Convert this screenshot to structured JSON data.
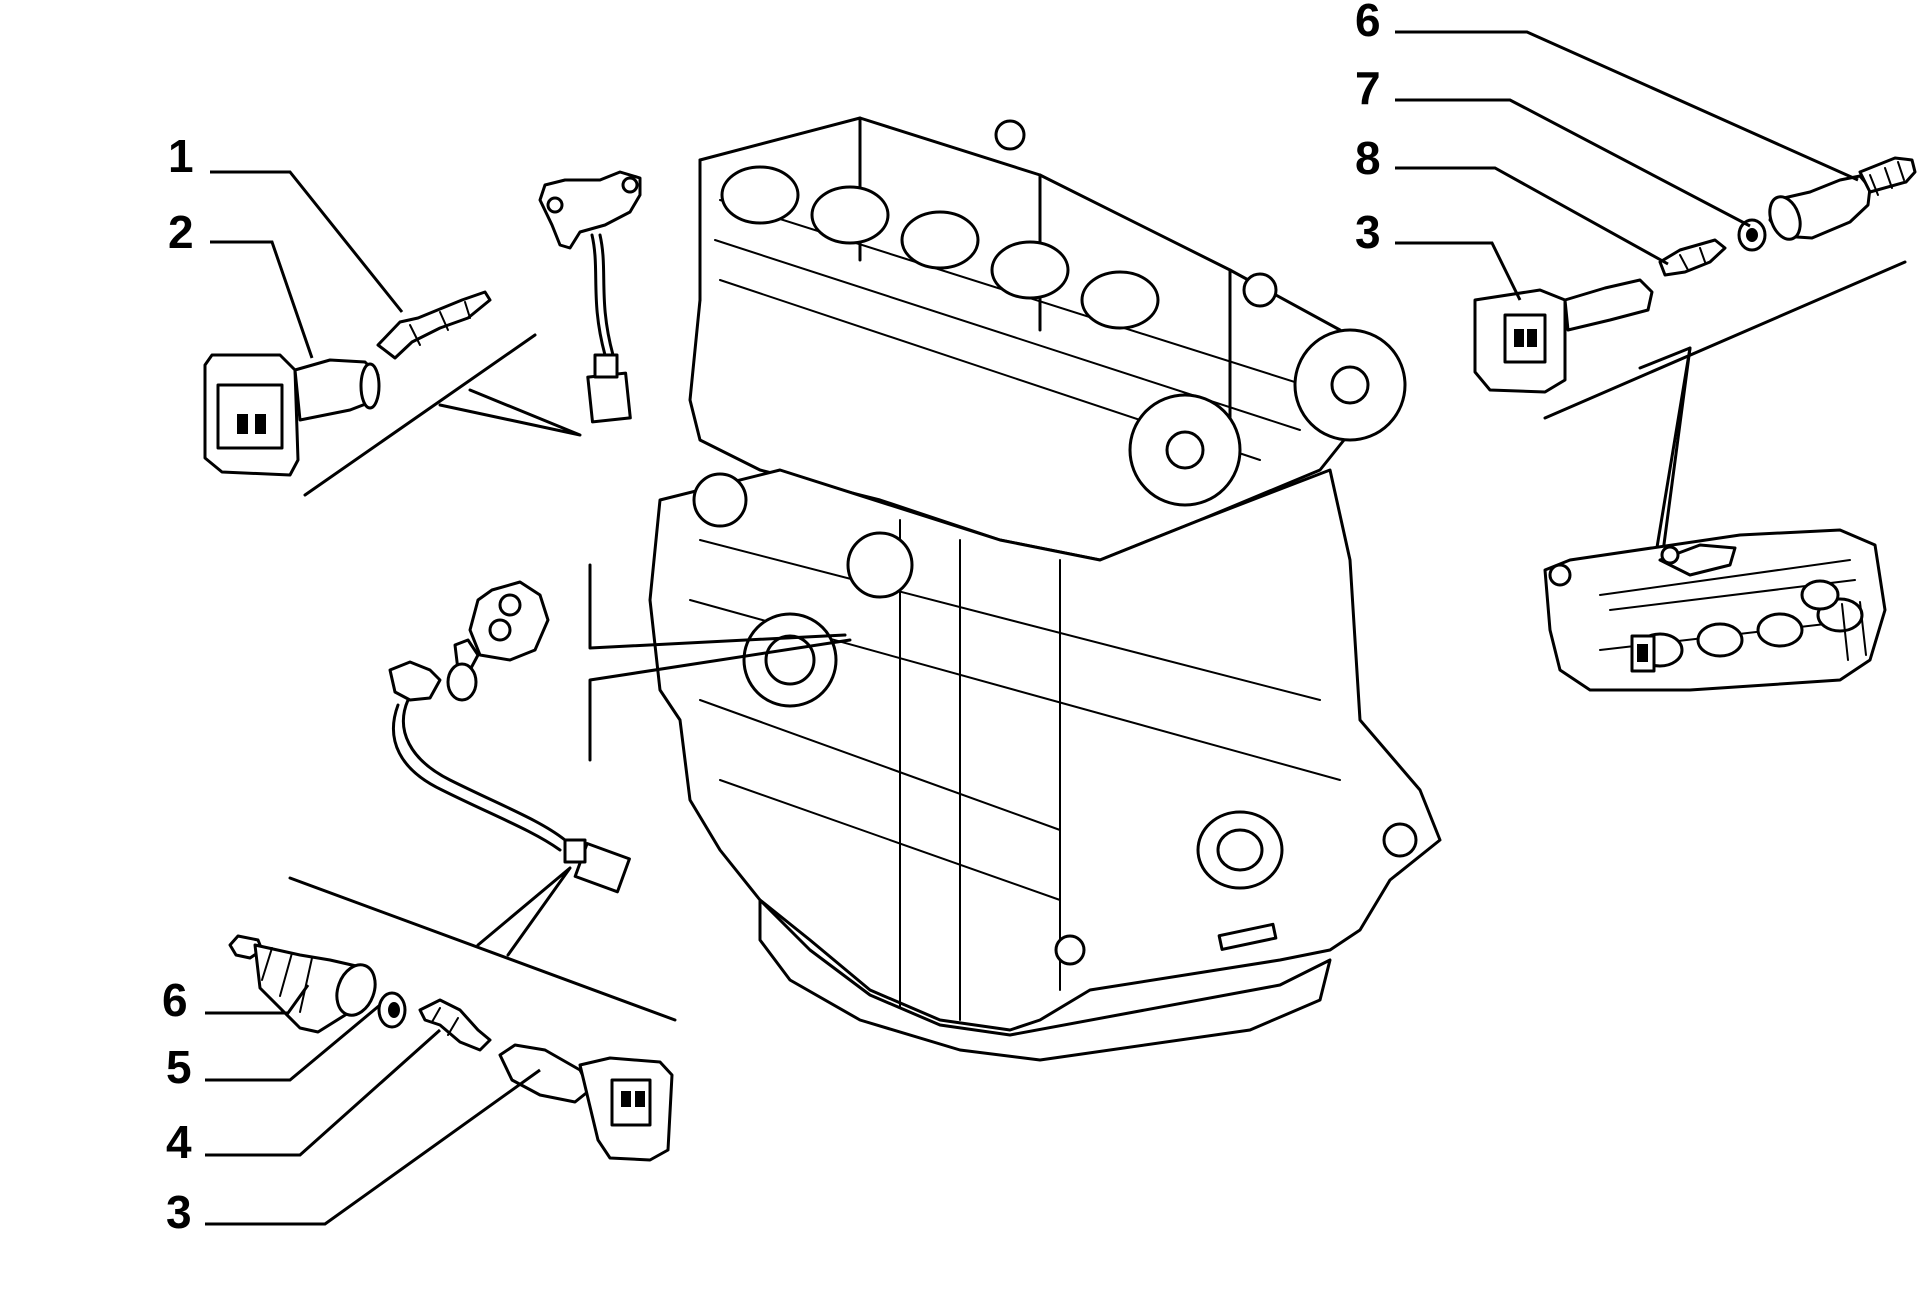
{
  "callouts": {
    "top_left_1": "1",
    "top_left_2": "2",
    "top_right_6": "6",
    "top_right_7": "7",
    "top_right_8": "8",
    "top_right_3": "3",
    "bottom_left_6": "6",
    "bottom_left_5": "5",
    "bottom_left_4": "4",
    "bottom_left_3": "3"
  }
}
